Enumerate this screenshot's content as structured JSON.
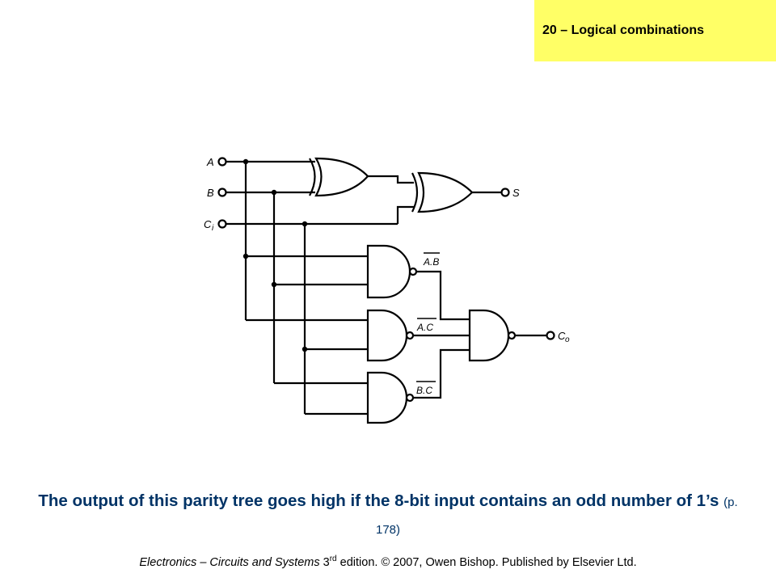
{
  "header": {
    "title": "20 – Logical combinations"
  },
  "circuit": {
    "inputs": [
      "A",
      "B",
      "C",
      "i"
    ],
    "sum_output": "S",
    "carry_output": [
      "C",
      "o"
    ],
    "gate_labels": {
      "ab": "A.B",
      "ac": "A.C",
      "bc": "B.C"
    }
  },
  "caption": {
    "main": "The output of this parity tree goes high if the 8-bit input contains an odd number of 1’s",
    "ref": "(p. 178)"
  },
  "footer": {
    "book": "Electronics – Circuits and Systems",
    "ed_num": "3",
    "ed_sup": "rd",
    "rest": " edition. © 2007, Owen Bishop. Published by Elsevier Ltd."
  },
  "colors": {
    "title_bg": "#ffff66",
    "caption": "#003366"
  }
}
